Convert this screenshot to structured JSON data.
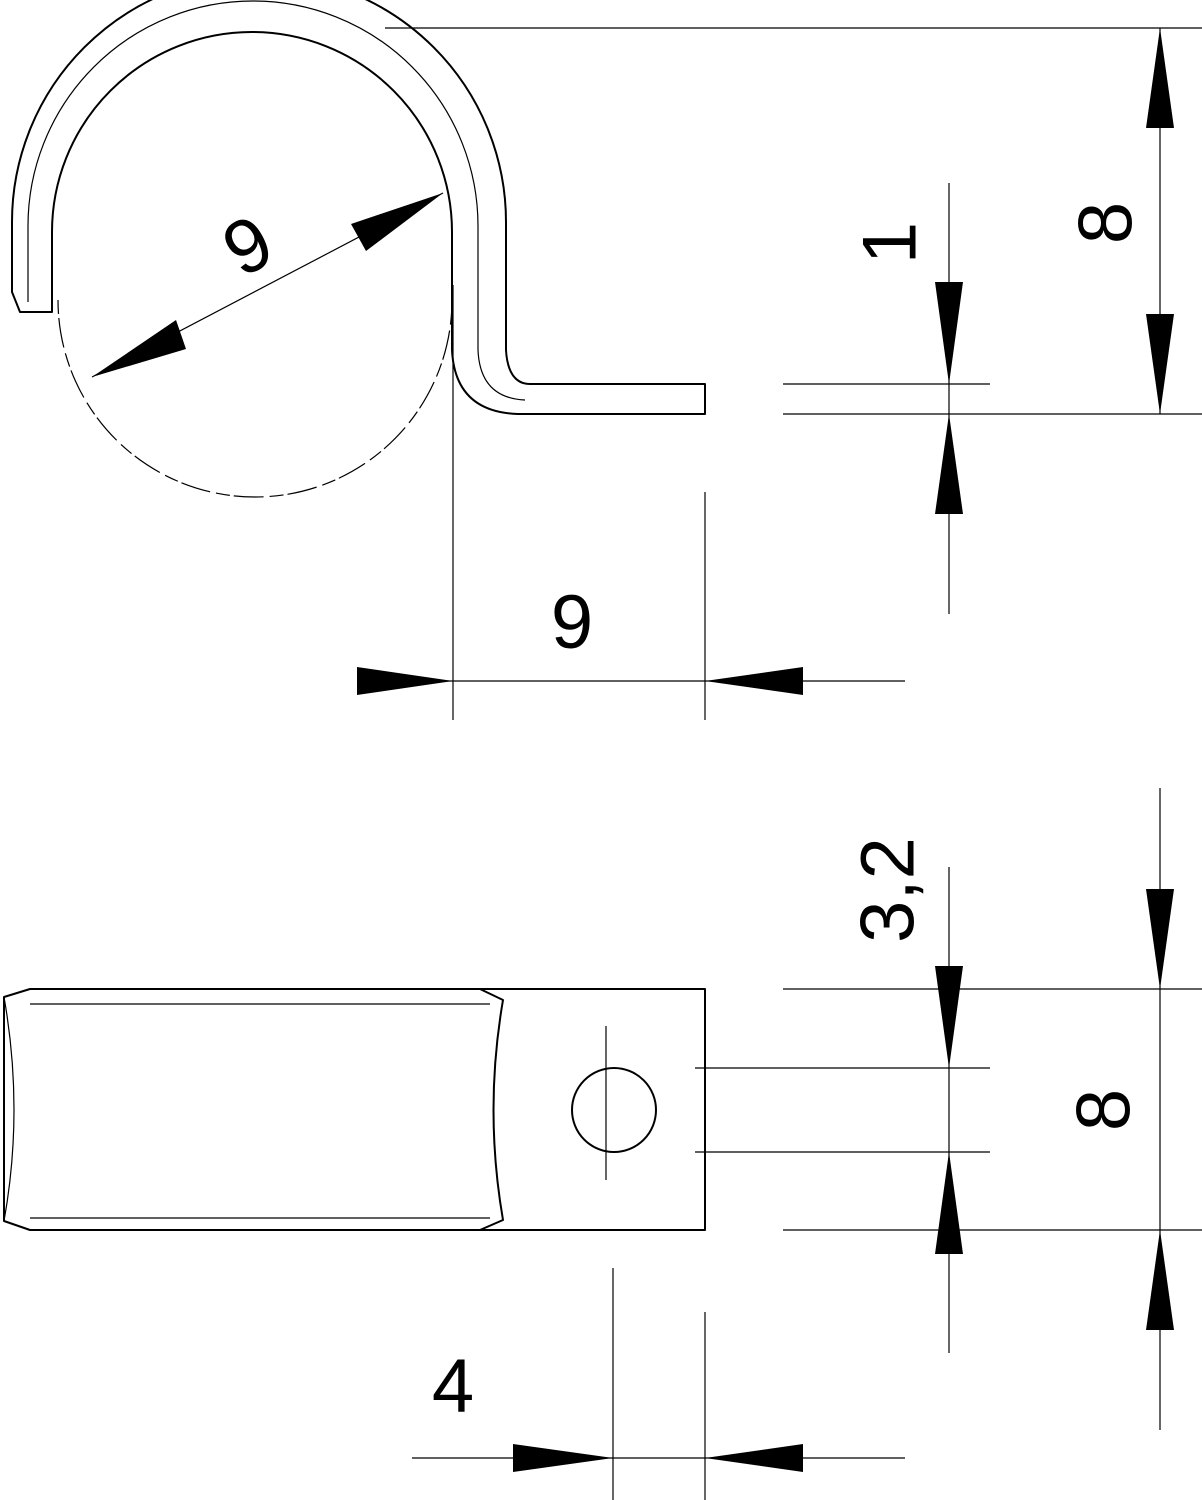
{
  "dimensions": {
    "side_diameter": "9",
    "side_offset": "9",
    "side_thickness": "1",
    "side_height": "8",
    "front_hole": "3,2",
    "front_width": "8",
    "front_hole_offset": "4"
  }
}
